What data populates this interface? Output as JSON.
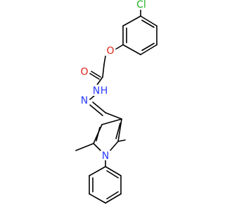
{
  "molecule": {
    "atoms": {
      "chlorine": "Cl",
      "ether_oxygen": "O",
      "carbonyl_oxygen": "O",
      "amide_nitrogen": "N",
      "amide_hydrogen": "H",
      "imine_nitrogen": "N",
      "pyrrole_nitrogen": "N"
    },
    "colors": {
      "bond": "#000000",
      "chlorine": "#1fb21f",
      "oxygen": "#e2231a",
      "nitrogen": "#2b3cff"
    }
  }
}
